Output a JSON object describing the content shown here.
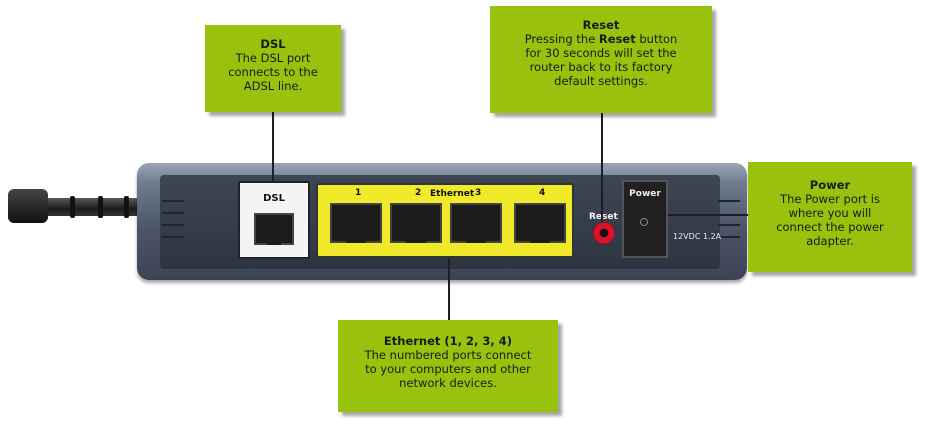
{
  "callouts": {
    "dsl": {
      "title": "DSL",
      "body": "The DSL port\nconnects to the\nADSL line."
    },
    "reset": {
      "title": "Reset",
      "body_pre": "Pressing the ",
      "body_bold": "Reset",
      "body_post": " button\nfor 30 seconds will set the\nrouter back to its factory\ndefault settings."
    },
    "power": {
      "title": "Power",
      "body": "The Power port is\nwhere you will\nconnect the power\nadapter."
    },
    "ethernet": {
      "title": "Ethernet (1, 2, 3, 4)",
      "body": "The numbered ports connect\nto your computers and other\nnetwork devices."
    }
  },
  "device_labels": {
    "dsl": "DSL",
    "ethernet": "Ethernet",
    "port_1": "1",
    "port_2": "2",
    "port_3": "3",
    "port_4": "4",
    "reset": "Reset",
    "power": "Power",
    "voltage": "12VDC 1.2A"
  },
  "colors": {
    "callout_green": "#99c20f",
    "ethernet_panel": "#f0ea2a",
    "reset_button": "#e0102a"
  }
}
